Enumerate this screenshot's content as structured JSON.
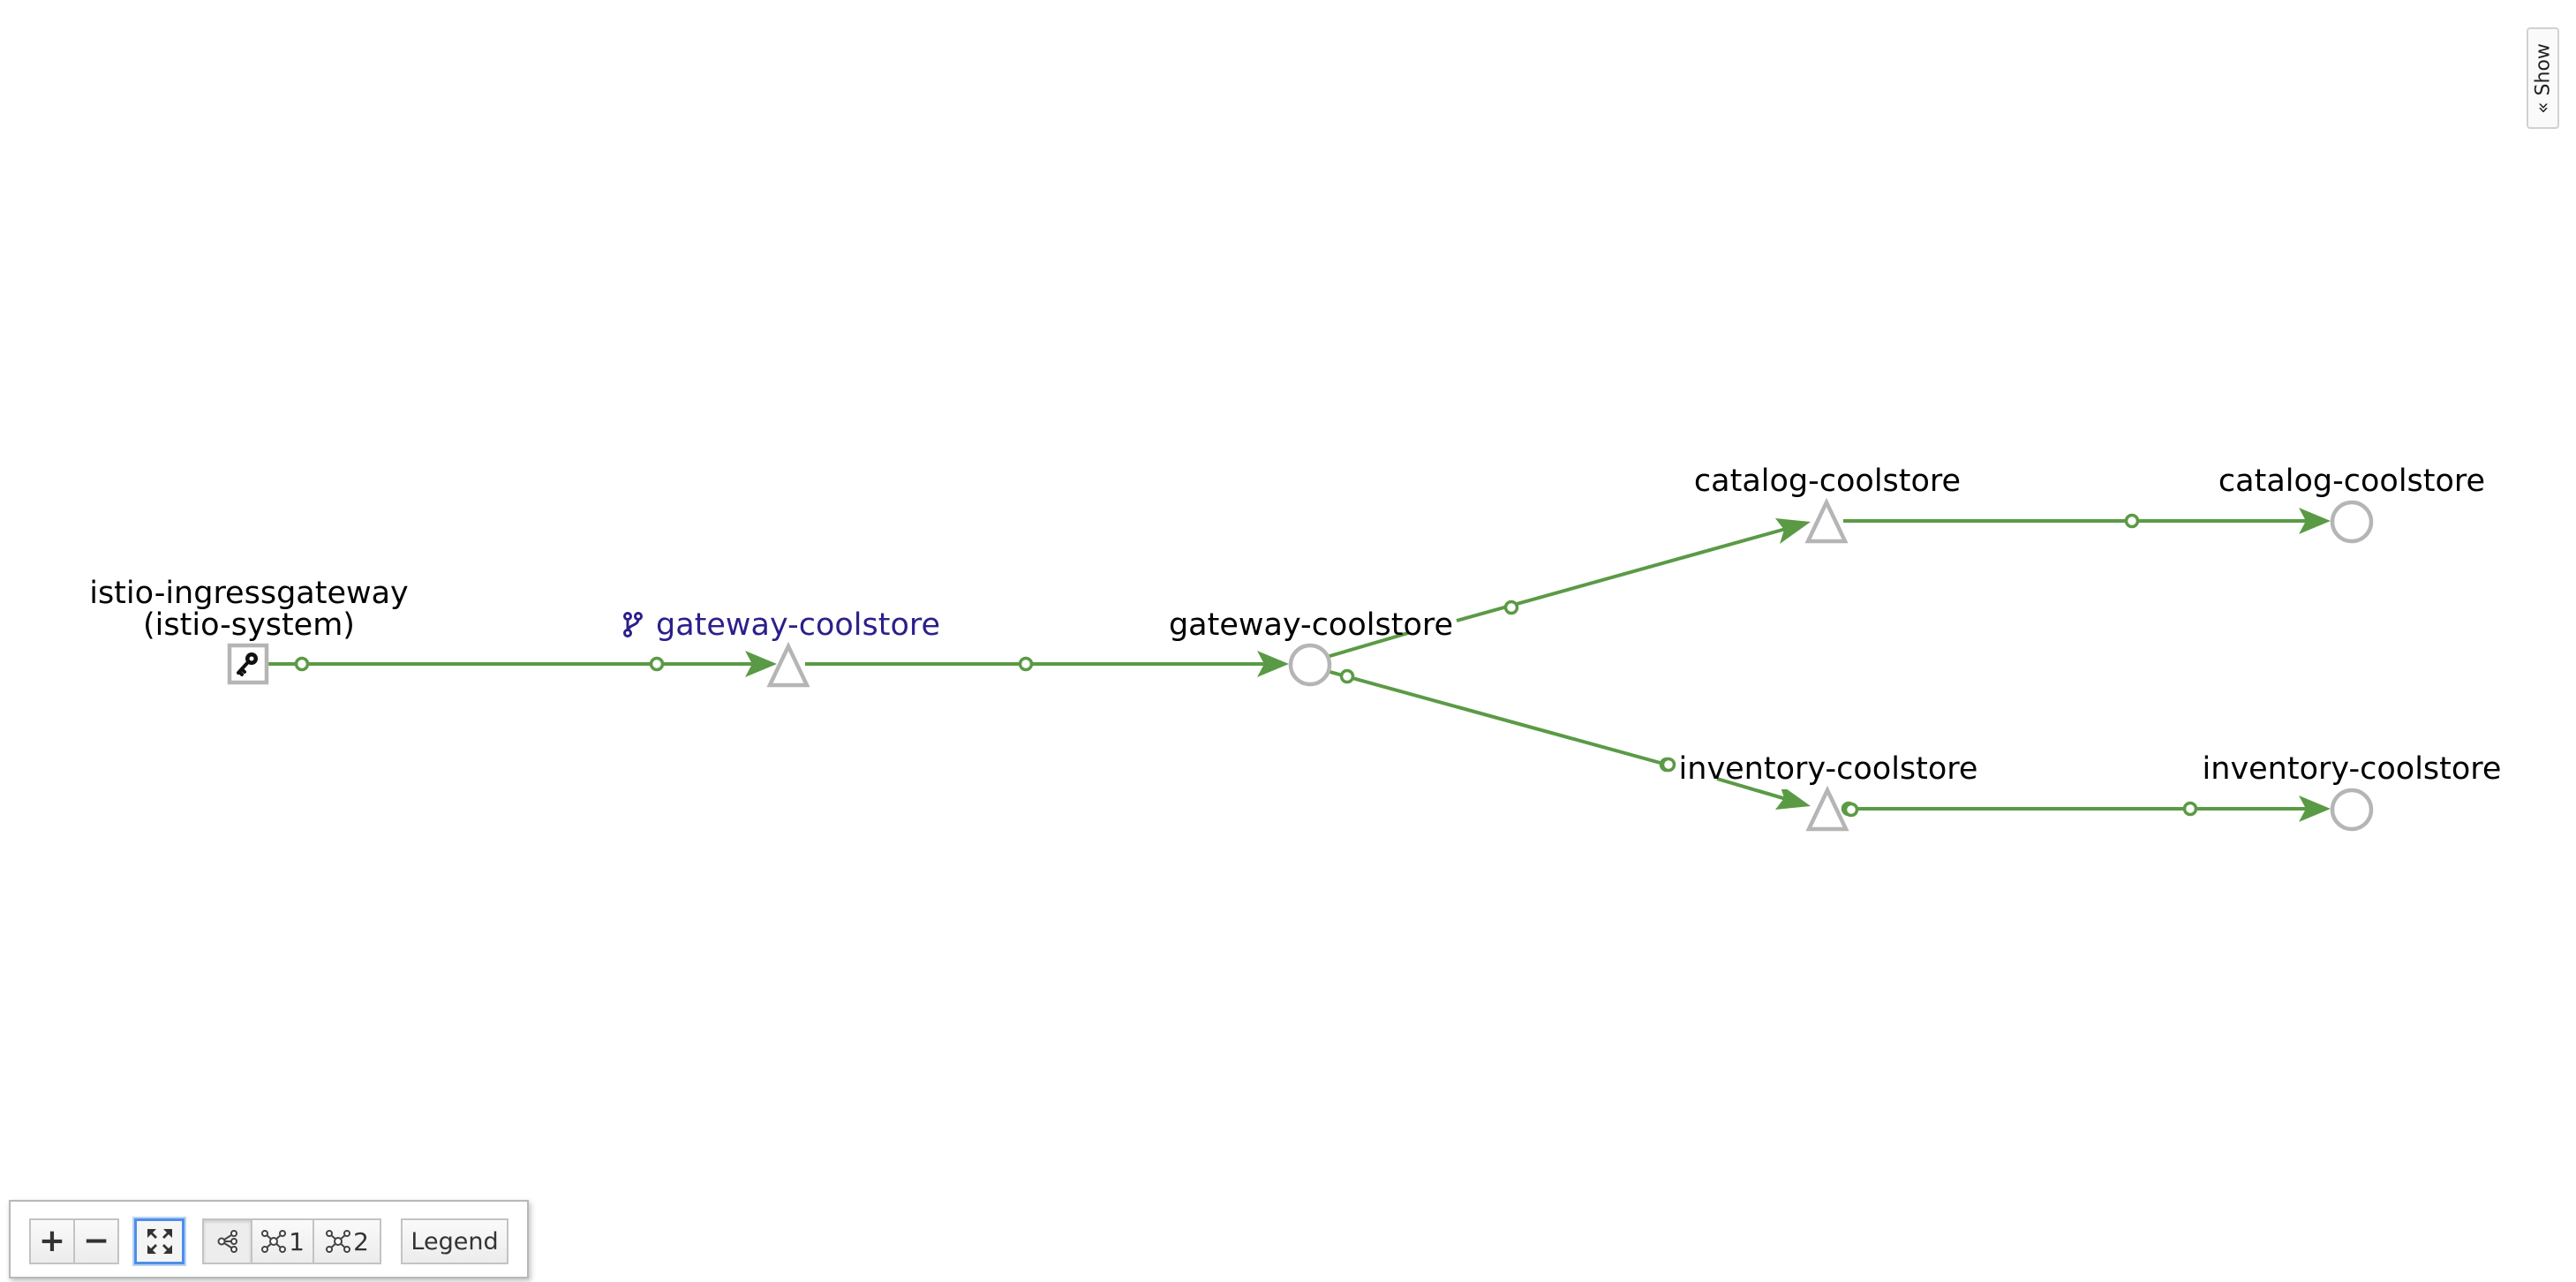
{
  "graph": {
    "nodes": {
      "ingress": {
        "line1": "istio-ingressgateway",
        "line2": "(istio-system)",
        "icon": "key-icon"
      },
      "gateway_service": {
        "label": "gateway-coolstore",
        "icon": "branch-icon"
      },
      "gateway_workload": {
        "label": "gateway-coolstore"
      },
      "catalog_service": {
        "label": "catalog-coolstore"
      },
      "catalog_workload": {
        "label": "catalog-coolstore"
      },
      "inventory_service": {
        "label": "inventory-coolstore"
      },
      "inventory_workload": {
        "label": "inventory-coolstore"
      }
    },
    "colors": {
      "edge": "#5b9a45",
      "node_border": "#b5b5b5",
      "highlight_label": "#2b1f8c",
      "focus": "#4d8ee8"
    }
  },
  "side_panel": {
    "toggle_label": "« Show"
  },
  "toolbar": {
    "zoom_in": "+",
    "zoom_out": "−",
    "fit_icon": "expand-icon",
    "layout_default_icon": "layout-default-icon",
    "layout_1_label": "1",
    "layout_2_label": "2",
    "legend_label": "Legend"
  }
}
